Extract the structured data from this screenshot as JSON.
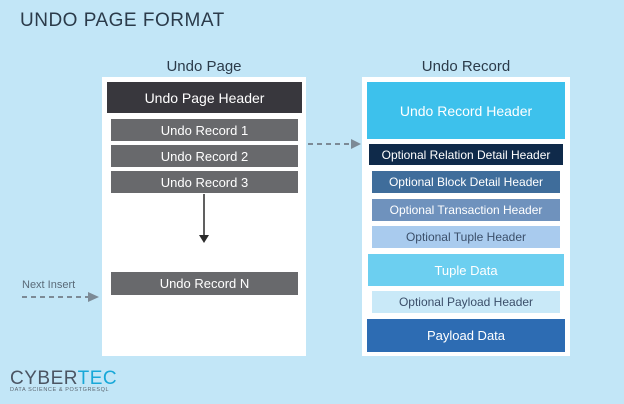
{
  "title": "UNDO PAGE FORMAT",
  "undo_page": {
    "label": "Undo Page",
    "header": "Undo Page Header",
    "records": [
      "Undo Record 1",
      "Undo Record 2",
      "Undo Record 3"
    ],
    "last_record": "Undo Record N"
  },
  "next_insert": "Next Insert",
  "undo_record": {
    "label": "Undo Record",
    "header": "Undo Record Header",
    "sections": [
      "Optional Relation Detail Header",
      "Optional Block Detail Header",
      "Optional Transaction Header",
      "Optional Tuple Header",
      "Tuple Data",
      "Optional Payload Header",
      "Payload Data"
    ]
  },
  "logo": {
    "part1": "CYBER",
    "part2": "TEC",
    "tagline": "DATA SCIENCE & POSTGRESQL"
  },
  "colors": {
    "background": "#c2e6f7",
    "page_header": "#38373d",
    "record_grey": "#68696c",
    "record_header": "#3dc1ec",
    "relation_detail": "#0f2a4a",
    "block_detail": "#3f6d9b",
    "transaction": "#6f92bd",
    "tuple_header": "#a9cbee",
    "tuple_data": "#6ccff0",
    "payload_header": "#c9e9f8",
    "payload_data": "#2d6cb3",
    "brand": "#18a8d8"
  }
}
